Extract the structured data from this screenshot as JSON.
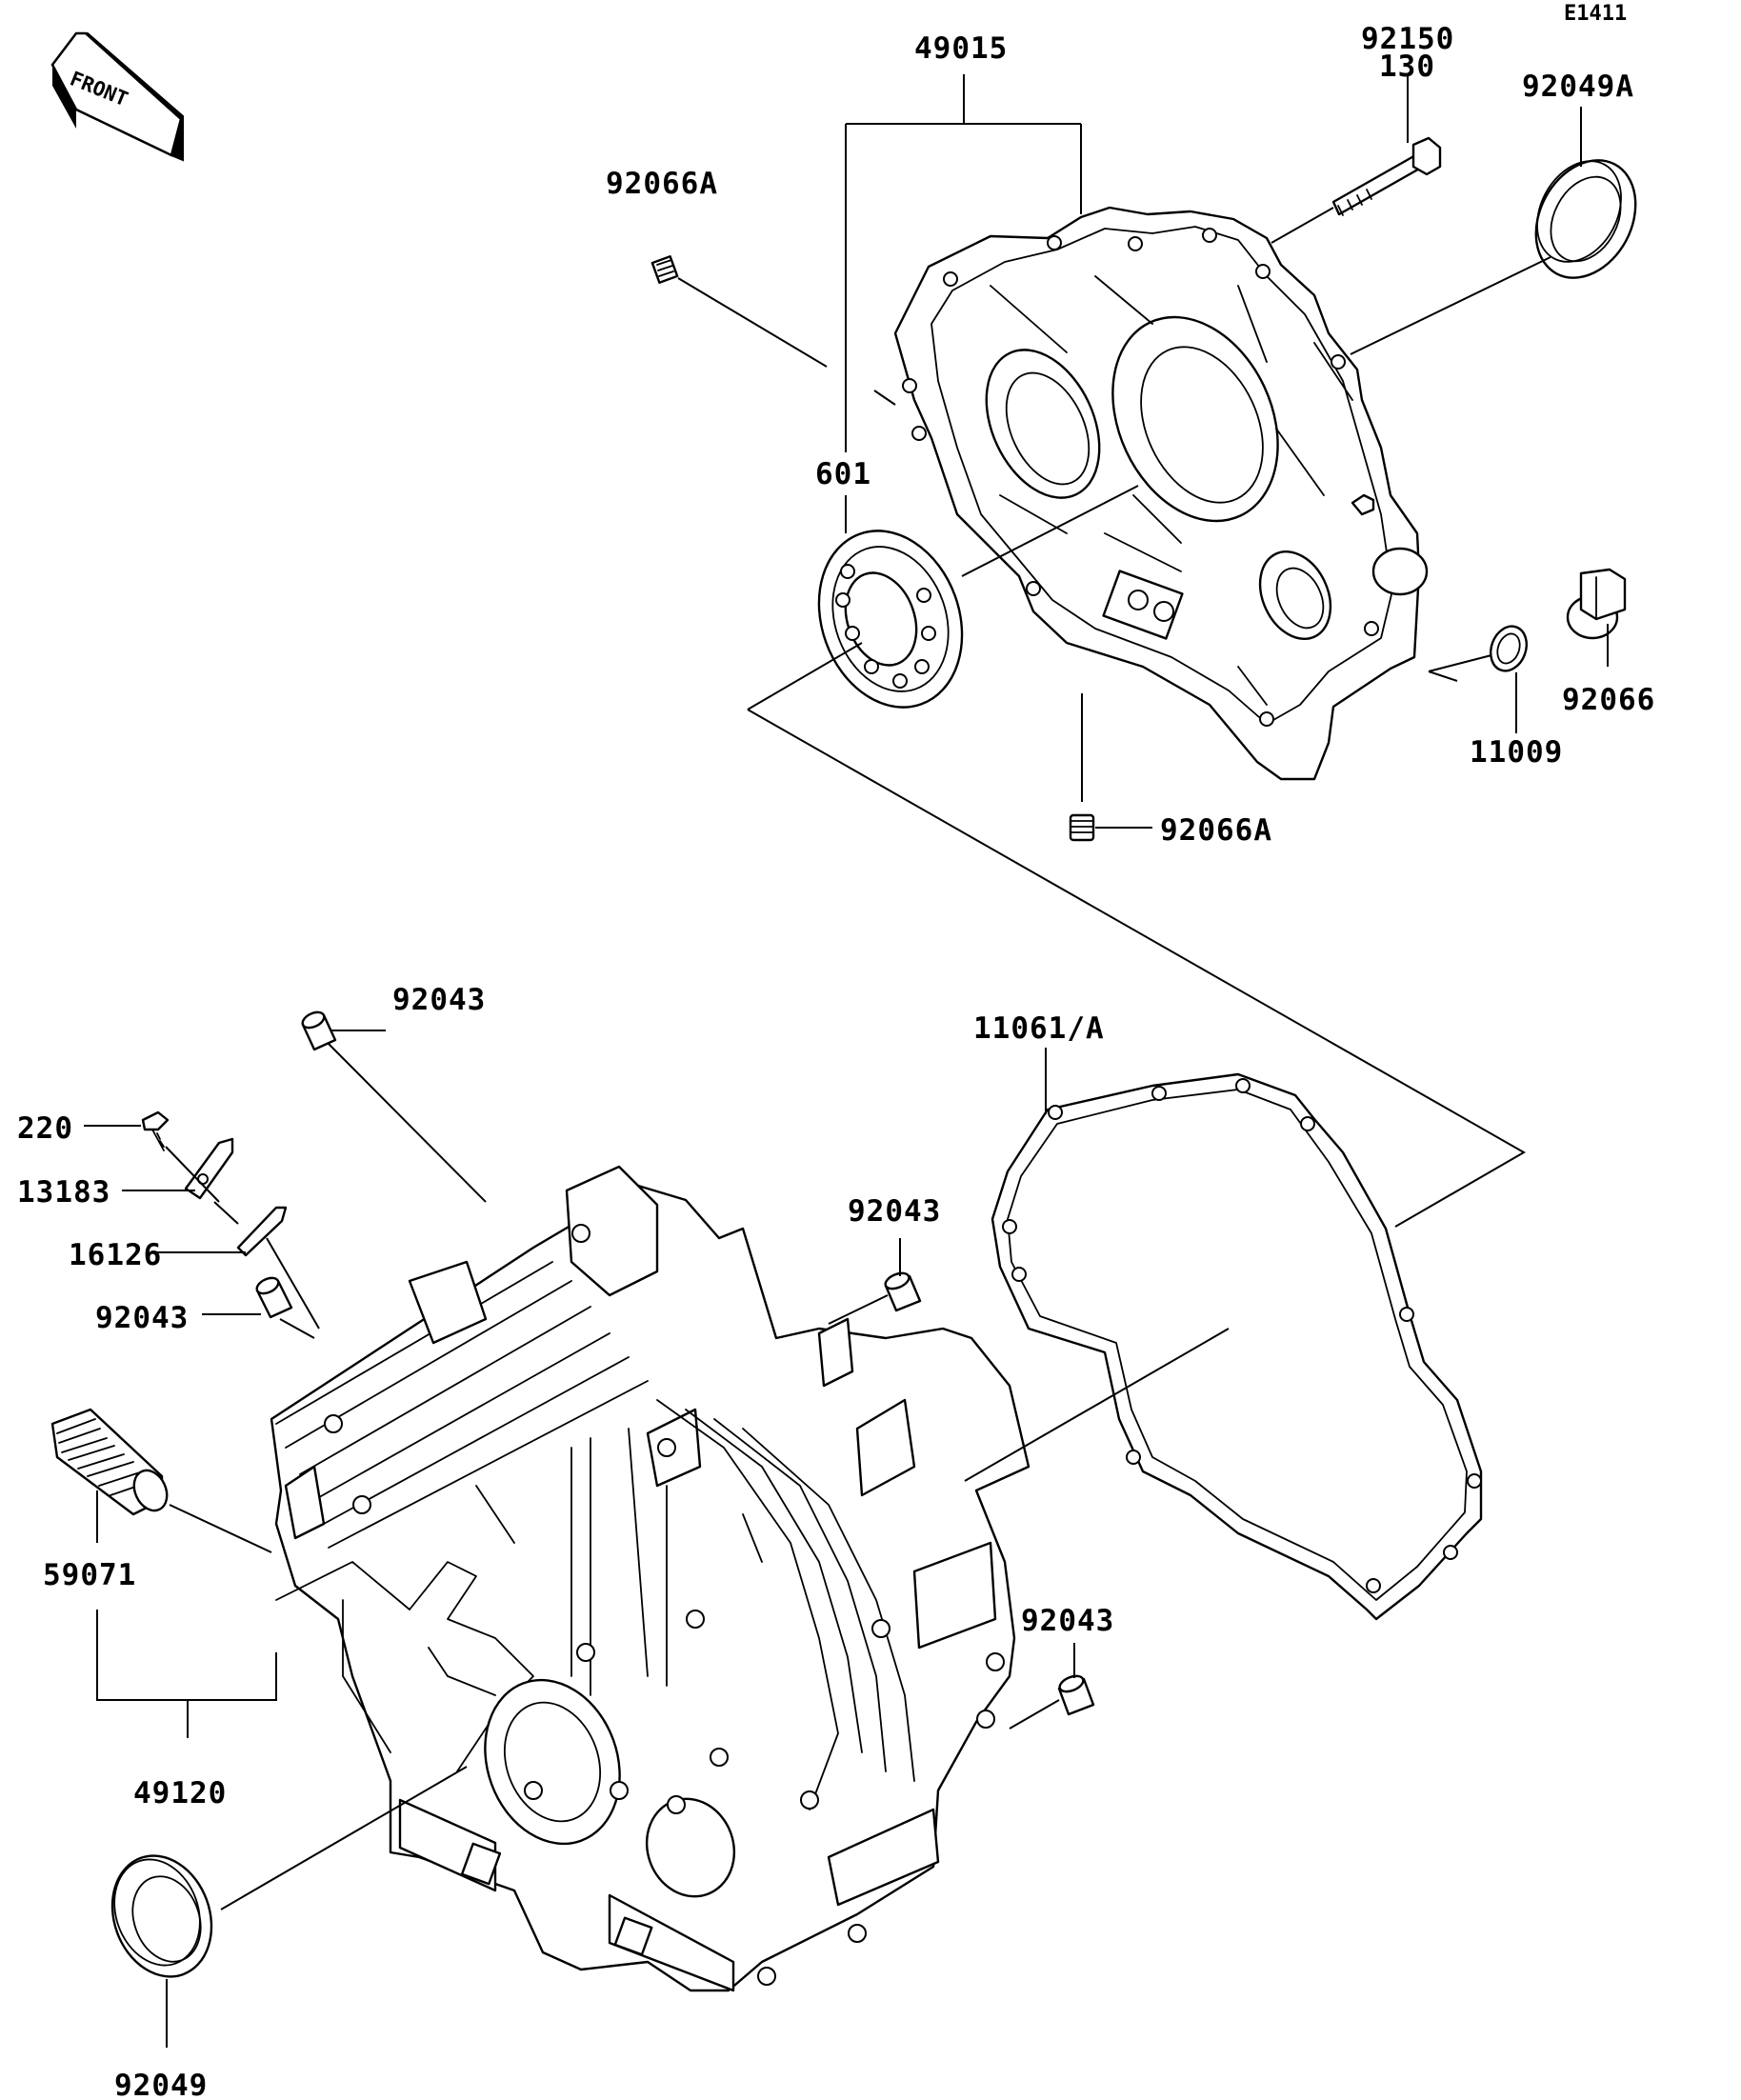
{
  "diagram_code": "E1411",
  "front_label": "FRONT",
  "labels": {
    "p49015": "49015",
    "p92150": "92150",
    "p130": "130",
    "p92049A": "92049A",
    "p92066A_top": "92066A",
    "p601": "601",
    "p92066": "92066",
    "p11009": "11009",
    "p92066A_bottom": "92066A",
    "p92043_top": "92043",
    "p11061A": "11061/A",
    "p220": "220",
    "p13183": "13183",
    "p16126": "16126",
    "p92043_left": "92043",
    "p92043_mid": "92043",
    "p59071": "59071",
    "p49120": "49120",
    "p92043_right": "92043",
    "p92049": "92049"
  }
}
